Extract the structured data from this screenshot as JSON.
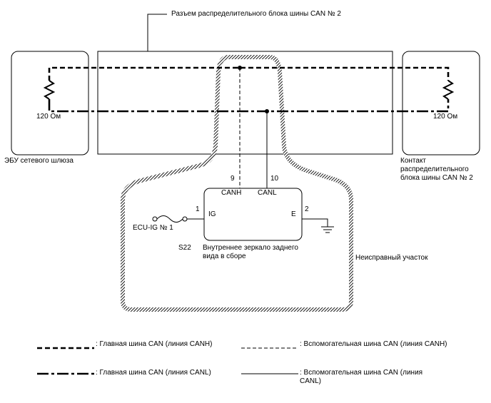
{
  "connector_title": "Разъем распределительного блока шины CAN № 2",
  "gateway_ecu": {
    "label": "ЭБУ сетевого шлюза",
    "resistor": "120 Ом"
  },
  "junction_contact": {
    "label": "Контакт распределительного блока шины CAN № 2",
    "resistor": "120 Ом"
  },
  "mirror": {
    "code": "S22",
    "name": "Внутреннее зеркало заднего вида в сборе",
    "pins": {
      "canh_num": "9",
      "canl_num": "10",
      "ig_num": "1",
      "e_num": "2"
    },
    "terminals": {
      "canh": "CANH",
      "canl": "CANL",
      "ig": "IG",
      "e": "E"
    }
  },
  "fuse_label": "ECU-IG № 1",
  "faulty_area": "Неисправный участок",
  "legend": {
    "main_canh": ": Главная шина CAN (линия CANH)",
    "aux_canh": ": Вспомогательная шина CAN (линия CANH)",
    "main_canl": ": Главная шина CAN (линия CANL)",
    "aux_canl": ": Вспомогательная шина CAN (линия CANL)"
  }
}
